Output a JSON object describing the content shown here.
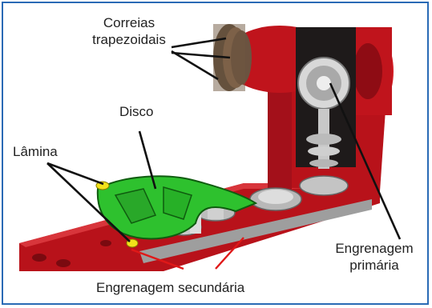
{
  "labels": {
    "belts_line1": "Correias",
    "belts_line2": "trapezoidais",
    "disk": "Disco",
    "blade": "Lâmina",
    "primary_gear_line1": "Engrenagem",
    "primary_gear_line2": "primária",
    "secondary_gear": "Engrenagem secundária"
  },
  "colors": {
    "frame_border": "#2a6ab5",
    "machine_red": "#c0141c",
    "disk_green": "#2ec12e",
    "blade_yellow": "#f2e21a",
    "callout_red": "#e01818"
  }
}
